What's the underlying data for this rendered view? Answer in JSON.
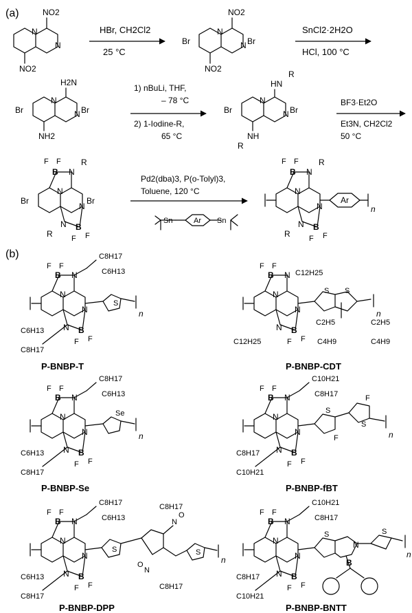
{
  "panels": {
    "a": "(a)",
    "b": "(b)"
  },
  "reaction_conditions": {
    "step1": [
      "HBr, CH2Cl2",
      "25 °C"
    ],
    "step2": [
      "SnCl2·2H2O",
      "HCl, 100 °C"
    ],
    "step3": [
      "1) nBuLi, THF,",
      "– 78 °C",
      "2) 1-Iodine-R,",
      "65 °C"
    ],
    "step4": [
      "BF3·Et2O",
      "Et3N, CH2Cl2",
      "50 °C"
    ],
    "step5": [
      "Pd2(dba)3, P(o-Tolyl)3,",
      "Toluene, 120 °C"
    ]
  },
  "atoms": {
    "n": "N",
    "b": "B",
    "f": "F",
    "br": "Br",
    "r": "R",
    "hn": "HN",
    "nh": "NH",
    "nh2": "NH2",
    "h2n": "H2N",
    "no2": "NO2",
    "s": "S",
    "se": "Se",
    "sn": "Sn",
    "ar": "Ar",
    "o": "O",
    "ni": "n"
  },
  "substituents": {
    "c8h17": "C8H17",
    "c6h13": "C6H13",
    "c10h21": "C10H21",
    "c12h25": "C12H25",
    "c2h5": "C2H5",
    "c4h9": "C4H9"
  },
  "compounds": [
    "P-BNBP-T",
    "P-BNBP-CDT",
    "P-BNBP-Se",
    "P-BNBP-fBT",
    "P-BNBP-DPP",
    "P-BNBP-BNTT"
  ],
  "colors": {
    "boron": "#9b1c2e",
    "nitrogen": "#1f3f9e",
    "bond": "#000000"
  }
}
